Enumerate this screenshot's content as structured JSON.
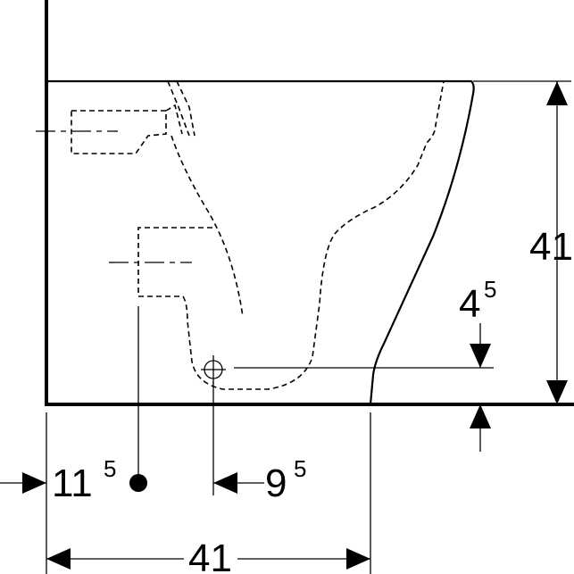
{
  "dimensions": {
    "height_total": {
      "main": "41",
      "sup": ""
    },
    "outlet_height": {
      "main": "4",
      "sup": "5"
    },
    "inlet_offset": {
      "main": "11",
      "sup": "5"
    },
    "outlet_offset": {
      "main": "9",
      "sup": "5"
    },
    "depth_total": {
      "main": "41",
      "sup": ""
    }
  }
}
